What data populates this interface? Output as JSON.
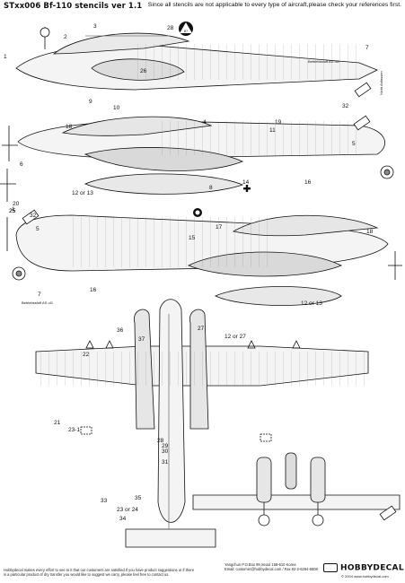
{
  "header": {
    "title": "STxx006 Bf-110 stencils ver 1.1",
    "note": "Since all stencils are not applicable to every type of aircraft,please check your references first."
  },
  "top_view": {
    "callouts": [
      "1",
      "2",
      "3",
      "28",
      "26",
      "7",
      "9",
      "10",
      "4",
      "19",
      "11",
      "32",
      "5",
      "18",
      "8",
      "14",
      "16",
      "12 or 13",
      "6",
      "20",
      "25"
    ],
    "stencils": {
      "kraftstoff": "Betriebsstoff AS oG",
      "rohrfueller": "Nicht Anfassen"
    }
  },
  "middle_view": {
    "callouts": [
      "1",
      "25",
      "32",
      "5",
      "17",
      "15",
      "18",
      "7",
      "16",
      "12 or 13"
    ],
    "stencils": {
      "kraftstoff": "Betriebsstoff AS oG"
    }
  },
  "plan_view": {
    "callouts": [
      "22",
      "37",
      "36",
      "21",
      "23-1",
      "27",
      "29",
      "30",
      "31",
      "28",
      "35",
      "33",
      "34",
      "23 or 24",
      "12 or 27"
    ]
  },
  "footer": {
    "disclaimer": "Hobbydecal makes every effort to see to it that our customers are satisfied.If you have product suggestions or if there is a particular product of dry transfer you would like to suggest we carry, please feel free to contact us.",
    "address": "Yangchun P.O.Box 99,Seoul 158-610 Korea",
    "email": "Email: customer@hobbydecal.com / Fax 82-2-6294-6508",
    "brand": "HOBBYDECAL",
    "copyright": "© 2004 www.hobbydecal.com"
  }
}
